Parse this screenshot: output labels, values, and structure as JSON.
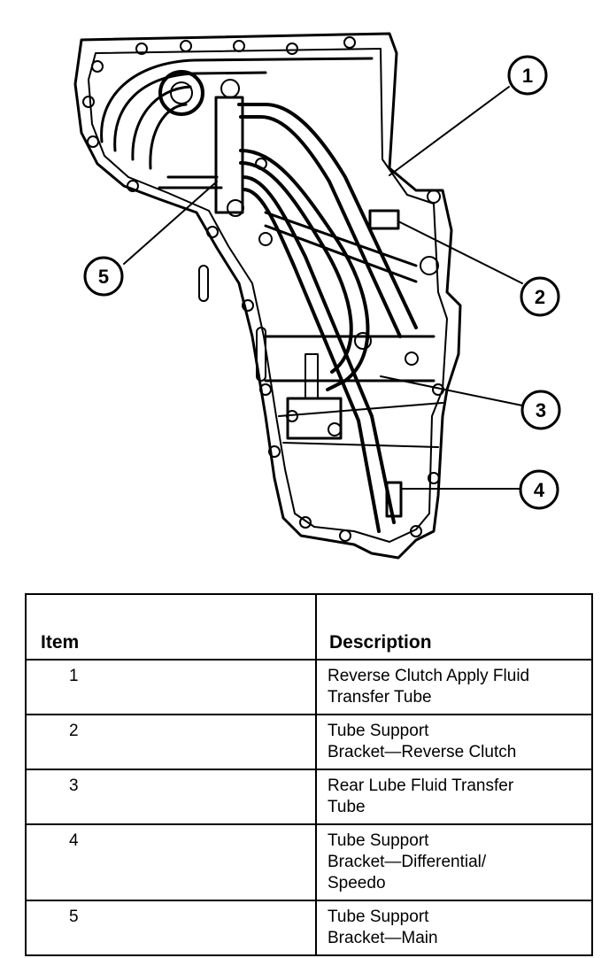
{
  "callouts": [
    "1",
    "2",
    "3",
    "4",
    "5"
  ],
  "table": {
    "headers": {
      "item": "Item",
      "description": "Description"
    },
    "rows": [
      {
        "item": "1",
        "lines": [
          "Reverse Clutch Apply Fluid",
          "Transfer Tube"
        ]
      },
      {
        "item": "2",
        "lines": [
          "Tube Support",
          "Bracket—Reverse Clutch"
        ]
      },
      {
        "item": "3",
        "lines": [
          "Rear Lube Fluid Transfer",
          "Tube"
        ]
      },
      {
        "item": "4",
        "lines": [
          "Tube Support",
          "Bracket—Differential/",
          "Speedo"
        ]
      },
      {
        "item": "5",
        "lines": [
          "Tube Support",
          "Bracket—Main"
        ]
      }
    ]
  }
}
